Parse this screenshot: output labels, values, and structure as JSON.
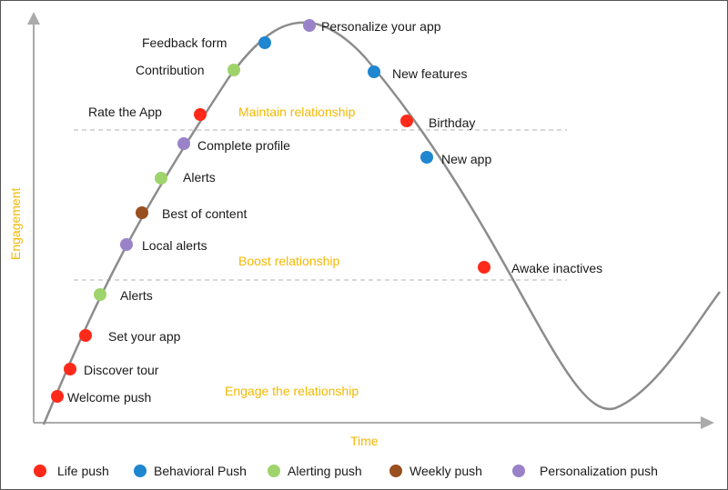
{
  "diagram": {
    "axes": {
      "x_label": "Time",
      "y_label": "Engagement"
    },
    "zones": [
      "Maintain relationship",
      "Boost relationship",
      "Engage the relationship"
    ],
    "points": [
      {
        "label": "Welcome push",
        "category": "life"
      },
      {
        "label": "Discover tour",
        "category": "life"
      },
      {
        "label": "Set your app",
        "category": "life"
      },
      {
        "label": "Alerts",
        "category": "alerting"
      },
      {
        "label": "Local alerts",
        "category": "personalization"
      },
      {
        "label": "Best of content",
        "category": "weekly"
      },
      {
        "label": "Alerts",
        "category": "alerting"
      },
      {
        "label": "Complete profile",
        "category": "personalization"
      },
      {
        "label": "Rate the App",
        "category": "life"
      },
      {
        "label": "Contribution",
        "category": "alerting"
      },
      {
        "label": "Feedback form",
        "category": "behavioral"
      },
      {
        "label": "Personalize your app",
        "category": "personalization"
      },
      {
        "label": "New features",
        "category": "behavioral"
      },
      {
        "label": "Birthday",
        "category": "life"
      },
      {
        "label": "New app",
        "category": "behavioral"
      },
      {
        "label": "Awake inactives",
        "category": "life"
      }
    ],
    "legend": [
      {
        "key": "life",
        "label": "Life push",
        "color": "#ff2a1a"
      },
      {
        "key": "behavioral",
        "label": "Behavioral Push",
        "color": "#1f86d0"
      },
      {
        "key": "alerting",
        "label": "Alerting push",
        "color": "#9fd36b"
      },
      {
        "key": "weekly",
        "label": "Weekly push",
        "color": "#9a4f1e"
      },
      {
        "key": "personalization",
        "label": "Personalization push",
        "color": "#9a82c8"
      }
    ],
    "colors": {
      "curve": "#8c8c8c",
      "axis": "#aaaaaa",
      "accent_text": "#f5b800",
      "divider": "#c0c0c0"
    }
  }
}
